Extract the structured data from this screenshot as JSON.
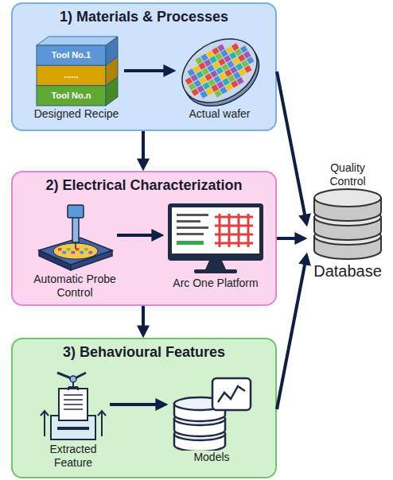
{
  "diagram": {
    "nodes": [
      {
        "text": [
          "1) Materials & Processes"
        ]
      },
      {
        "text": [
          "Tool No.1",
          "......",
          "Tool No.n",
          "Designed Recipe"
        ],
        "in": 0
      },
      {
        "text": [
          "Actual wafer"
        ],
        "in": 0
      },
      {
        "text": [
          "2) Electrical Characterization"
        ]
      },
      {
        "text": [
          "Automatic Probe Control"
        ],
        "in": 3
      },
      {
        "text": [
          "Arc One Platform"
        ],
        "in": 3
      },
      {
        "text": [
          "3) Behavioural Features"
        ]
      },
      {
        "text": [
          "Extracted Feature"
        ],
        "in": 6
      },
      {
        "text": [
          "Models"
        ],
        "in": 6
      },
      {
        "text": [
          "Quality Control",
          "Database"
        ]
      }
    ],
    "edges": [
      {
        "from": 1,
        "to": 2,
        "arrow": "to"
      },
      {
        "from": 0,
        "to": 3,
        "arrow": "to"
      },
      {
        "from": 3,
        "to": 6,
        "arrow": "to"
      },
      {
        "from": 4,
        "to": 5,
        "arrow": "to"
      },
      {
        "from": 7,
        "to": 8,
        "arrow": "to"
      },
      {
        "from": 0,
        "to": 9,
        "arrow": "to"
      },
      {
        "from": 3,
        "to": 9,
        "arrow": "to"
      },
      {
        "from": 6,
        "to": 9,
        "arrow": "to"
      }
    ]
  }
}
